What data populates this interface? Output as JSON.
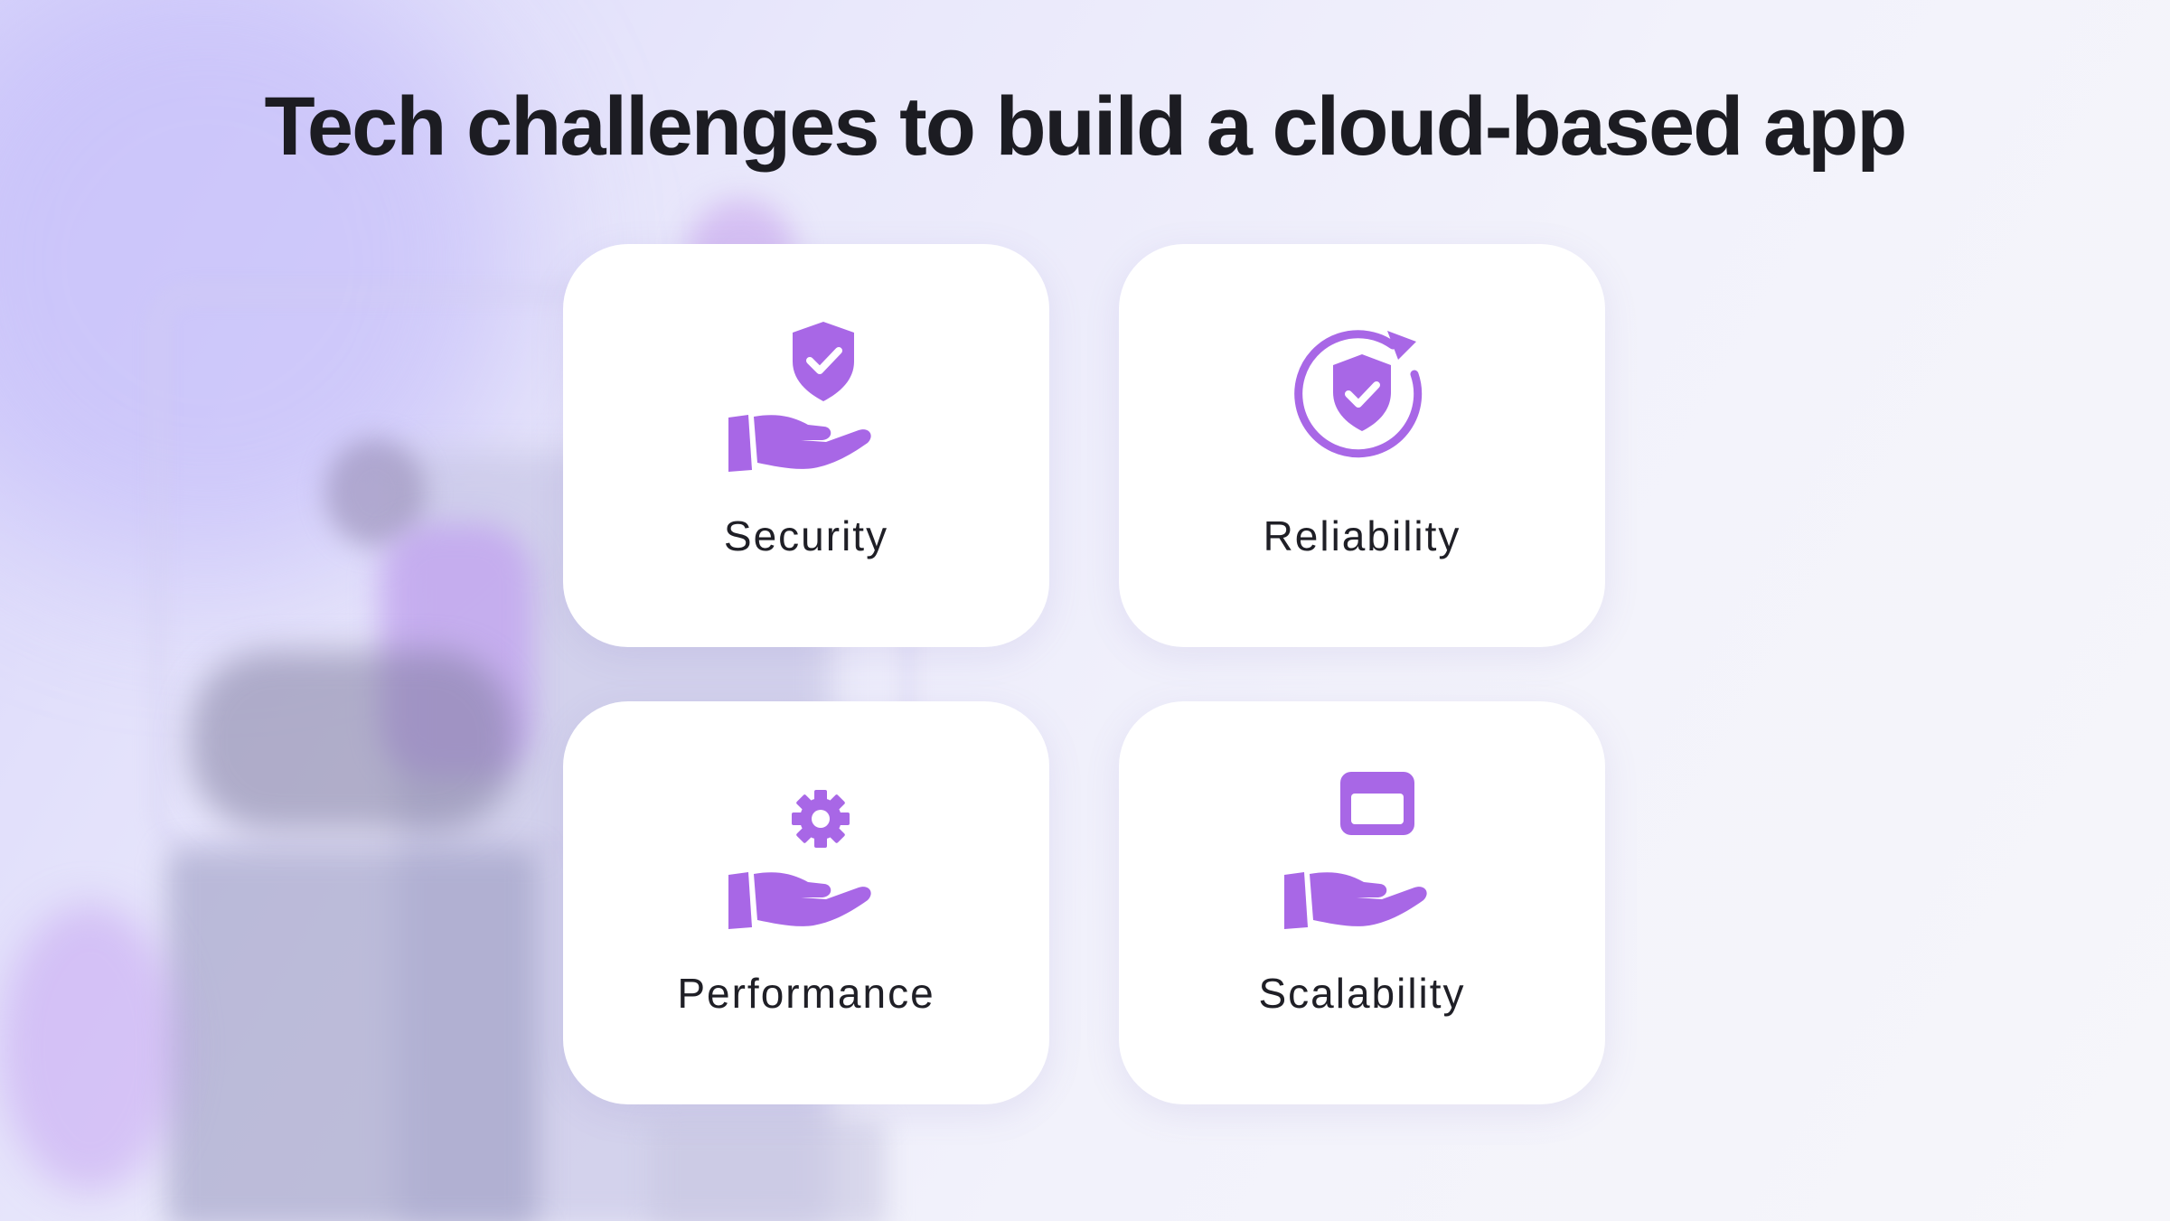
{
  "title": "Tech challenges to build a cloud-based app",
  "accent_color": "#a867e6",
  "cards": [
    {
      "label": "Security",
      "icon": "shield-hand-icon"
    },
    {
      "label": "Reliability",
      "icon": "shield-refresh-icon"
    },
    {
      "label": "Performance",
      "icon": "gear-hand-icon"
    },
    {
      "label": "Scalability",
      "icon": "window-hand-icon"
    }
  ]
}
